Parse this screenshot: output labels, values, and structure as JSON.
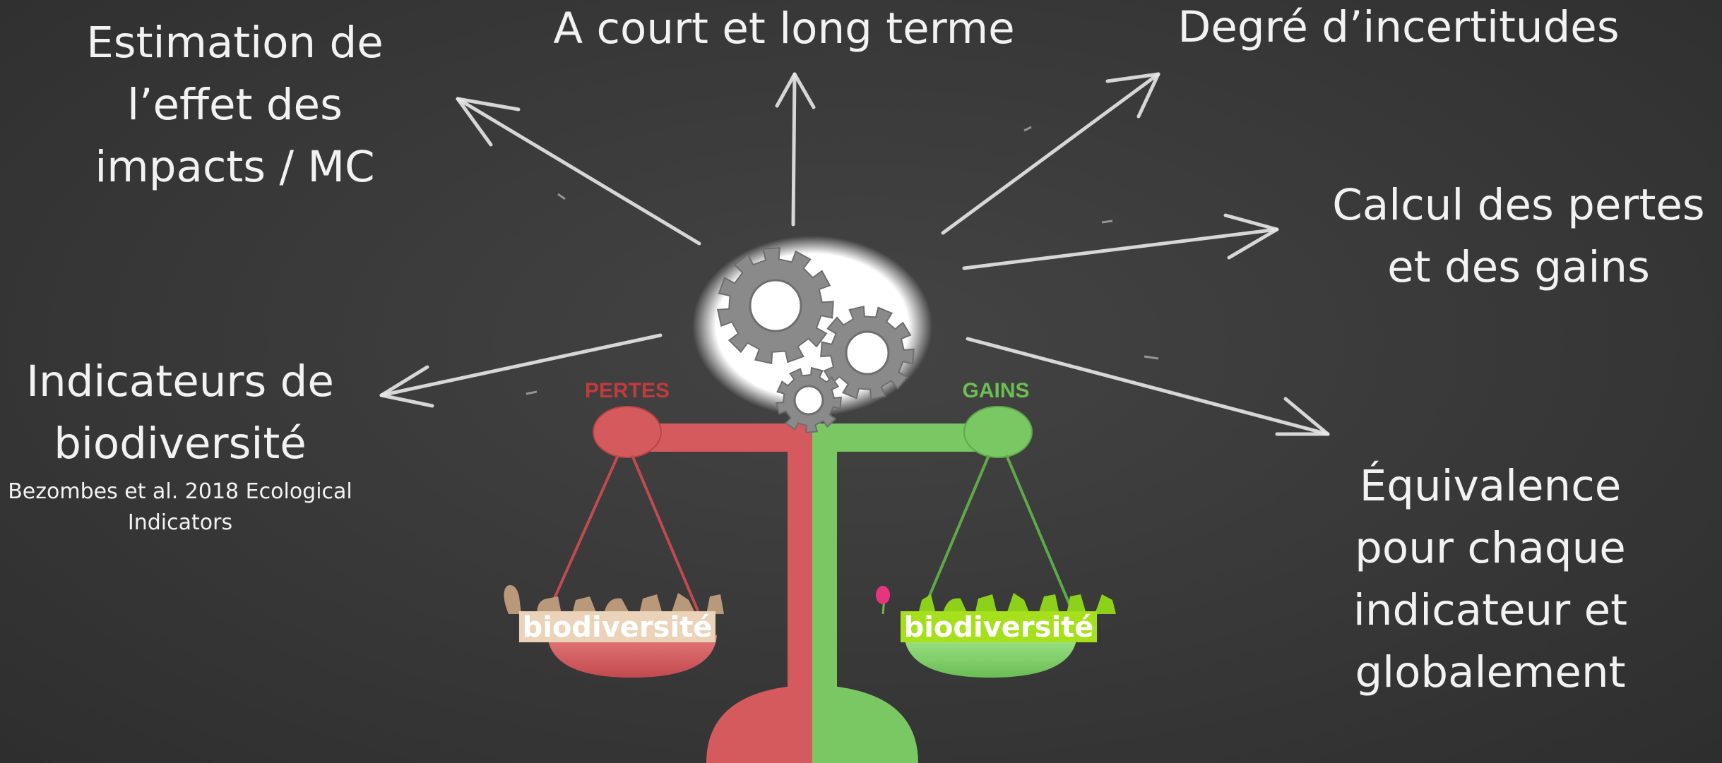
{
  "labels": {
    "estimation": [
      "Estimation de",
      "l’effet des",
      "impacts / MC"
    ],
    "court_long": "A court et long terme",
    "incertitudes": "Degré d’incertitudes",
    "calcul": [
      "Calcul des pertes",
      "et des gains"
    ],
    "indicateurs": [
      "Indicateurs de",
      "biodiversité"
    ],
    "reference": [
      "Bezombes et al. 2018 Ecological",
      "Indicators"
    ],
    "equivalence": [
      "Équivalence",
      "pour chaque",
      "indicateur et",
      "globalement"
    ]
  },
  "balance": {
    "left_label": "PERTES",
    "right_label": "GAINS",
    "left_pan_text": "biodiversité",
    "right_pan_text": "biodiversité"
  },
  "colors": {
    "background": "#3a3a3a",
    "chalk": "#e8e8e8",
    "pertes": "#d8585c",
    "gains": "#7ccc64",
    "gear": "#8a8a8a"
  },
  "icons": [
    "gear-icon",
    "gear-icon",
    "gear-icon",
    "animal-silhouettes-icon",
    "flower-icon"
  ]
}
